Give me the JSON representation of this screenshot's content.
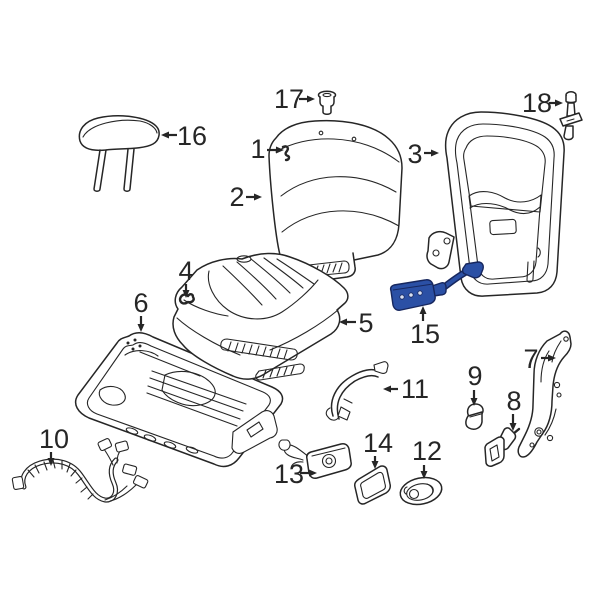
{
  "diagram": {
    "type": "exploded-parts-diagram",
    "background_color": "#ffffff",
    "line_color": "#262626",
    "highlight_color": "#2b50a5",
    "highlight_outline": "#17275e",
    "highlighted_callout": "15",
    "callouts": [
      {
        "label": "1"
      },
      {
        "label": "2"
      },
      {
        "label": "3"
      },
      {
        "label": "4"
      },
      {
        "label": "5"
      },
      {
        "label": "6"
      },
      {
        "label": "7"
      },
      {
        "label": "8"
      },
      {
        "label": "9"
      },
      {
        "label": "10"
      },
      {
        "label": "11"
      },
      {
        "label": "12"
      },
      {
        "label": "13"
      },
      {
        "label": "14"
      },
      {
        "label": "15"
      },
      {
        "label": "16"
      },
      {
        "label": "17"
      },
      {
        "label": "18"
      }
    ]
  }
}
